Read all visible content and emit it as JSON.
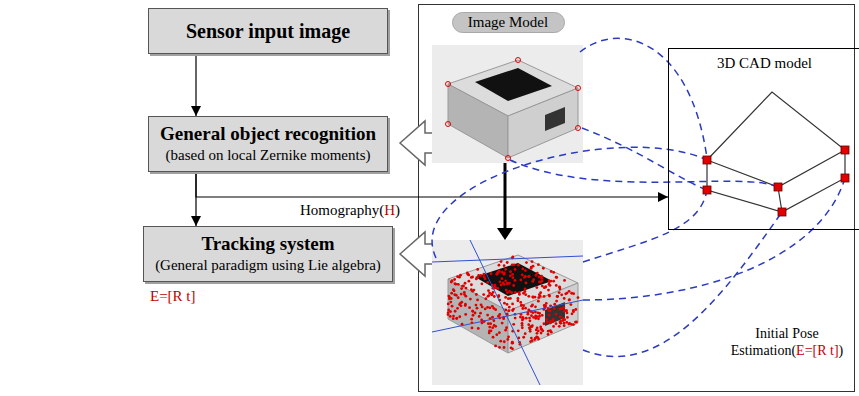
{
  "diagram": {
    "nodes": [
      {
        "text": [
          "Sensor input image"
        ]
      },
      {
        "text": [
          "General object recognition",
          "(based on local Zernike moments)"
        ]
      },
      {
        "text": [
          "Tracking system",
          "(General paradigm using Lie algebra)"
        ]
      },
      {
        "text": [
          "Image Model"
        ]
      },
      {
        "text": [
          "3D CAD model"
        ]
      }
    ],
    "edges": [
      {
        "from": 0,
        "to": 1,
        "arrow": "to"
      },
      {
        "from": 1,
        "to": 2,
        "arrow": "to"
      },
      {
        "from": 1,
        "to": 4,
        "arrow": "to",
        "label": "Homography(H)"
      }
    ],
    "labels": [
      "E=[R t]",
      "Initial Pose Estimation(E=[R t])"
    ]
  }
}
